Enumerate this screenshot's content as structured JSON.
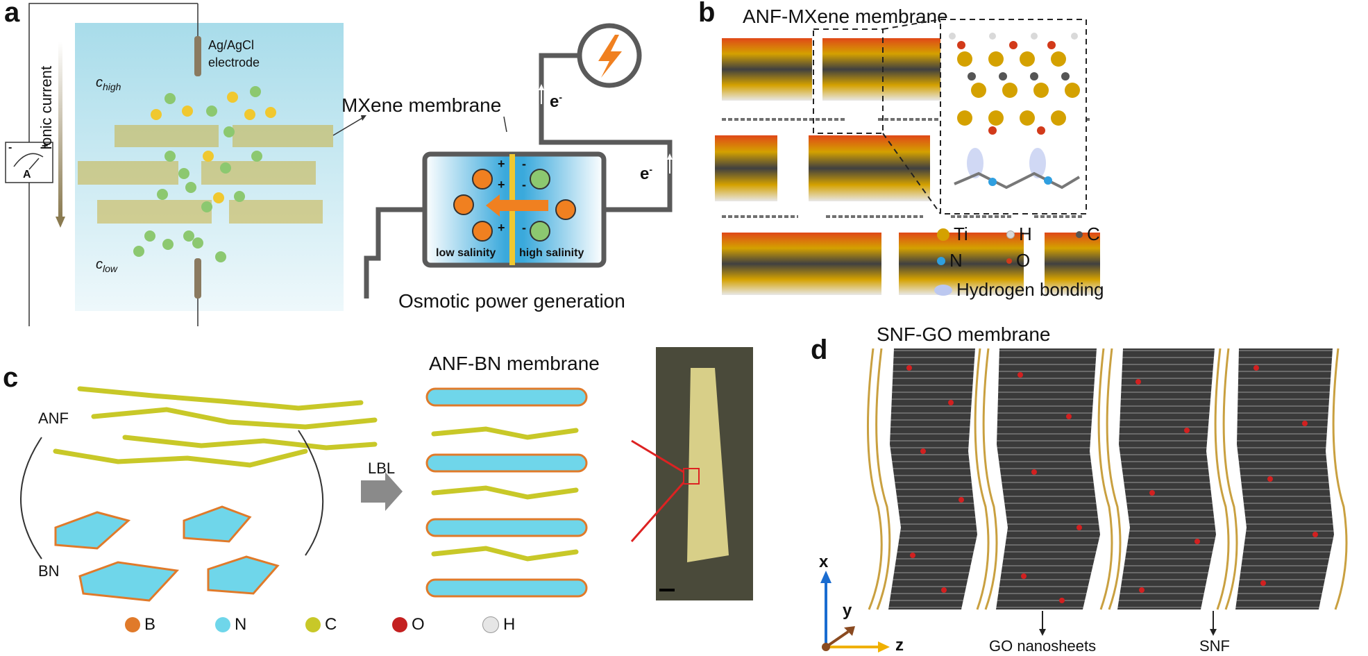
{
  "panels": {
    "a": {
      "label": "a",
      "ionic_current": "Ionic current",
      "electrode": [
        "Ag/AgCl",
        "electrode"
      ],
      "c_high": "c",
      "c_high_sub": "high",
      "c_low": "c",
      "c_low_sub": "low",
      "ammeter": "A",
      "membrane_label": "MXene membrane",
      "electron": "e",
      "electron_sup": "-",
      "low_salinity": "low salinity",
      "high_salinity": "high salinity",
      "caption": "Osmotic power generation",
      "plus": "+",
      "minus": "-"
    },
    "b": {
      "label": "b",
      "title": "ANF-MXene membrane",
      "legend": [
        {
          "symbol": "Ti",
          "color": "#d4a100"
        },
        {
          "symbol": "H",
          "color": "#d9d9d9"
        },
        {
          "symbol": "C",
          "color": "#555555"
        },
        {
          "symbol": "N",
          "color": "#2f9fe0"
        },
        {
          "symbol": "O",
          "color": "#d23a1a"
        }
      ],
      "hbond_label": "Hydrogen bonding"
    },
    "c": {
      "label": "c",
      "anf": "ANF",
      "bn": "BN",
      "lbl": "LBL",
      "title": "ANF-BN membrane",
      "legend": [
        {
          "symbol": "B",
          "color": "#e07a2a"
        },
        {
          "symbol": "N",
          "color": "#6fd6ea"
        },
        {
          "symbol": "C",
          "color": "#c8c828"
        },
        {
          "symbol": "O",
          "color": "#c42020"
        },
        {
          "symbol": "H",
          "color": "#e6e6e6"
        }
      ]
    },
    "d": {
      "label": "d",
      "title": "SNF-GO membrane",
      "go_label": "GO nanosheets",
      "snf_label": "SNF",
      "axis_x": "x",
      "axis_y": "y",
      "axis_z": "z"
    }
  },
  "colors": {
    "membrane_bg": "#bfe6f0",
    "mxene_ti": "#d4a100",
    "mxene_o": "#e06010",
    "cation_green": "#8cc870",
    "anion_yellow": "#f0c830",
    "arrow_orange": "#f08020",
    "device_gray": "#5a5a5a",
    "snf_gold": "#c9a040",
    "go_dark": "#3a3a3a"
  }
}
